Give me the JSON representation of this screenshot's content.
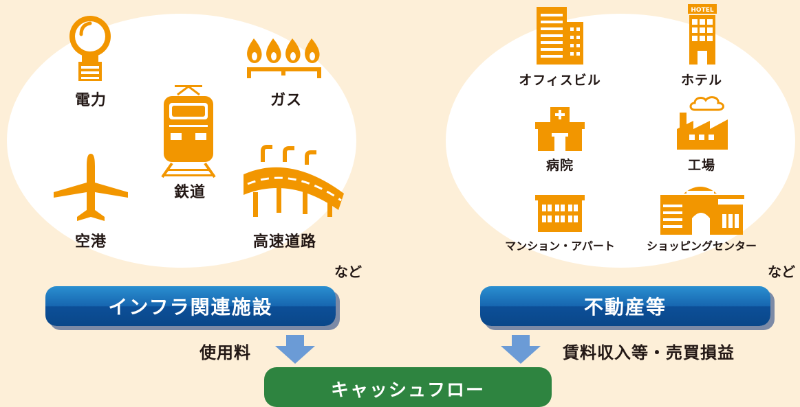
{
  "infra": {
    "items": {
      "electricity": "電力",
      "gas": "ガス",
      "railway": "鉄道",
      "airport": "空港",
      "expressway": "高速道路"
    },
    "etc": "など",
    "title": "インフラ関連施設",
    "flow_label": "使用料"
  },
  "realestate": {
    "items": {
      "office": "オフィスビル",
      "hotel": "ホテル",
      "hospital": "病院",
      "factory": "工場",
      "apartment": "マンション・アパート",
      "shopping": "ショッピングセンター"
    },
    "hotel_sign": "HOTEL",
    "etc": "など",
    "title": "不動産等",
    "flow_label": "賃料収入等・売買損益"
  },
  "cashflow": "キャッシュフロー",
  "colors": {
    "background": "#fdefd8",
    "icon": "#f29600",
    "bar_blue": "#1766b0",
    "cashflow_green": "#2e8440",
    "arrow": "#6b9bd6"
  }
}
